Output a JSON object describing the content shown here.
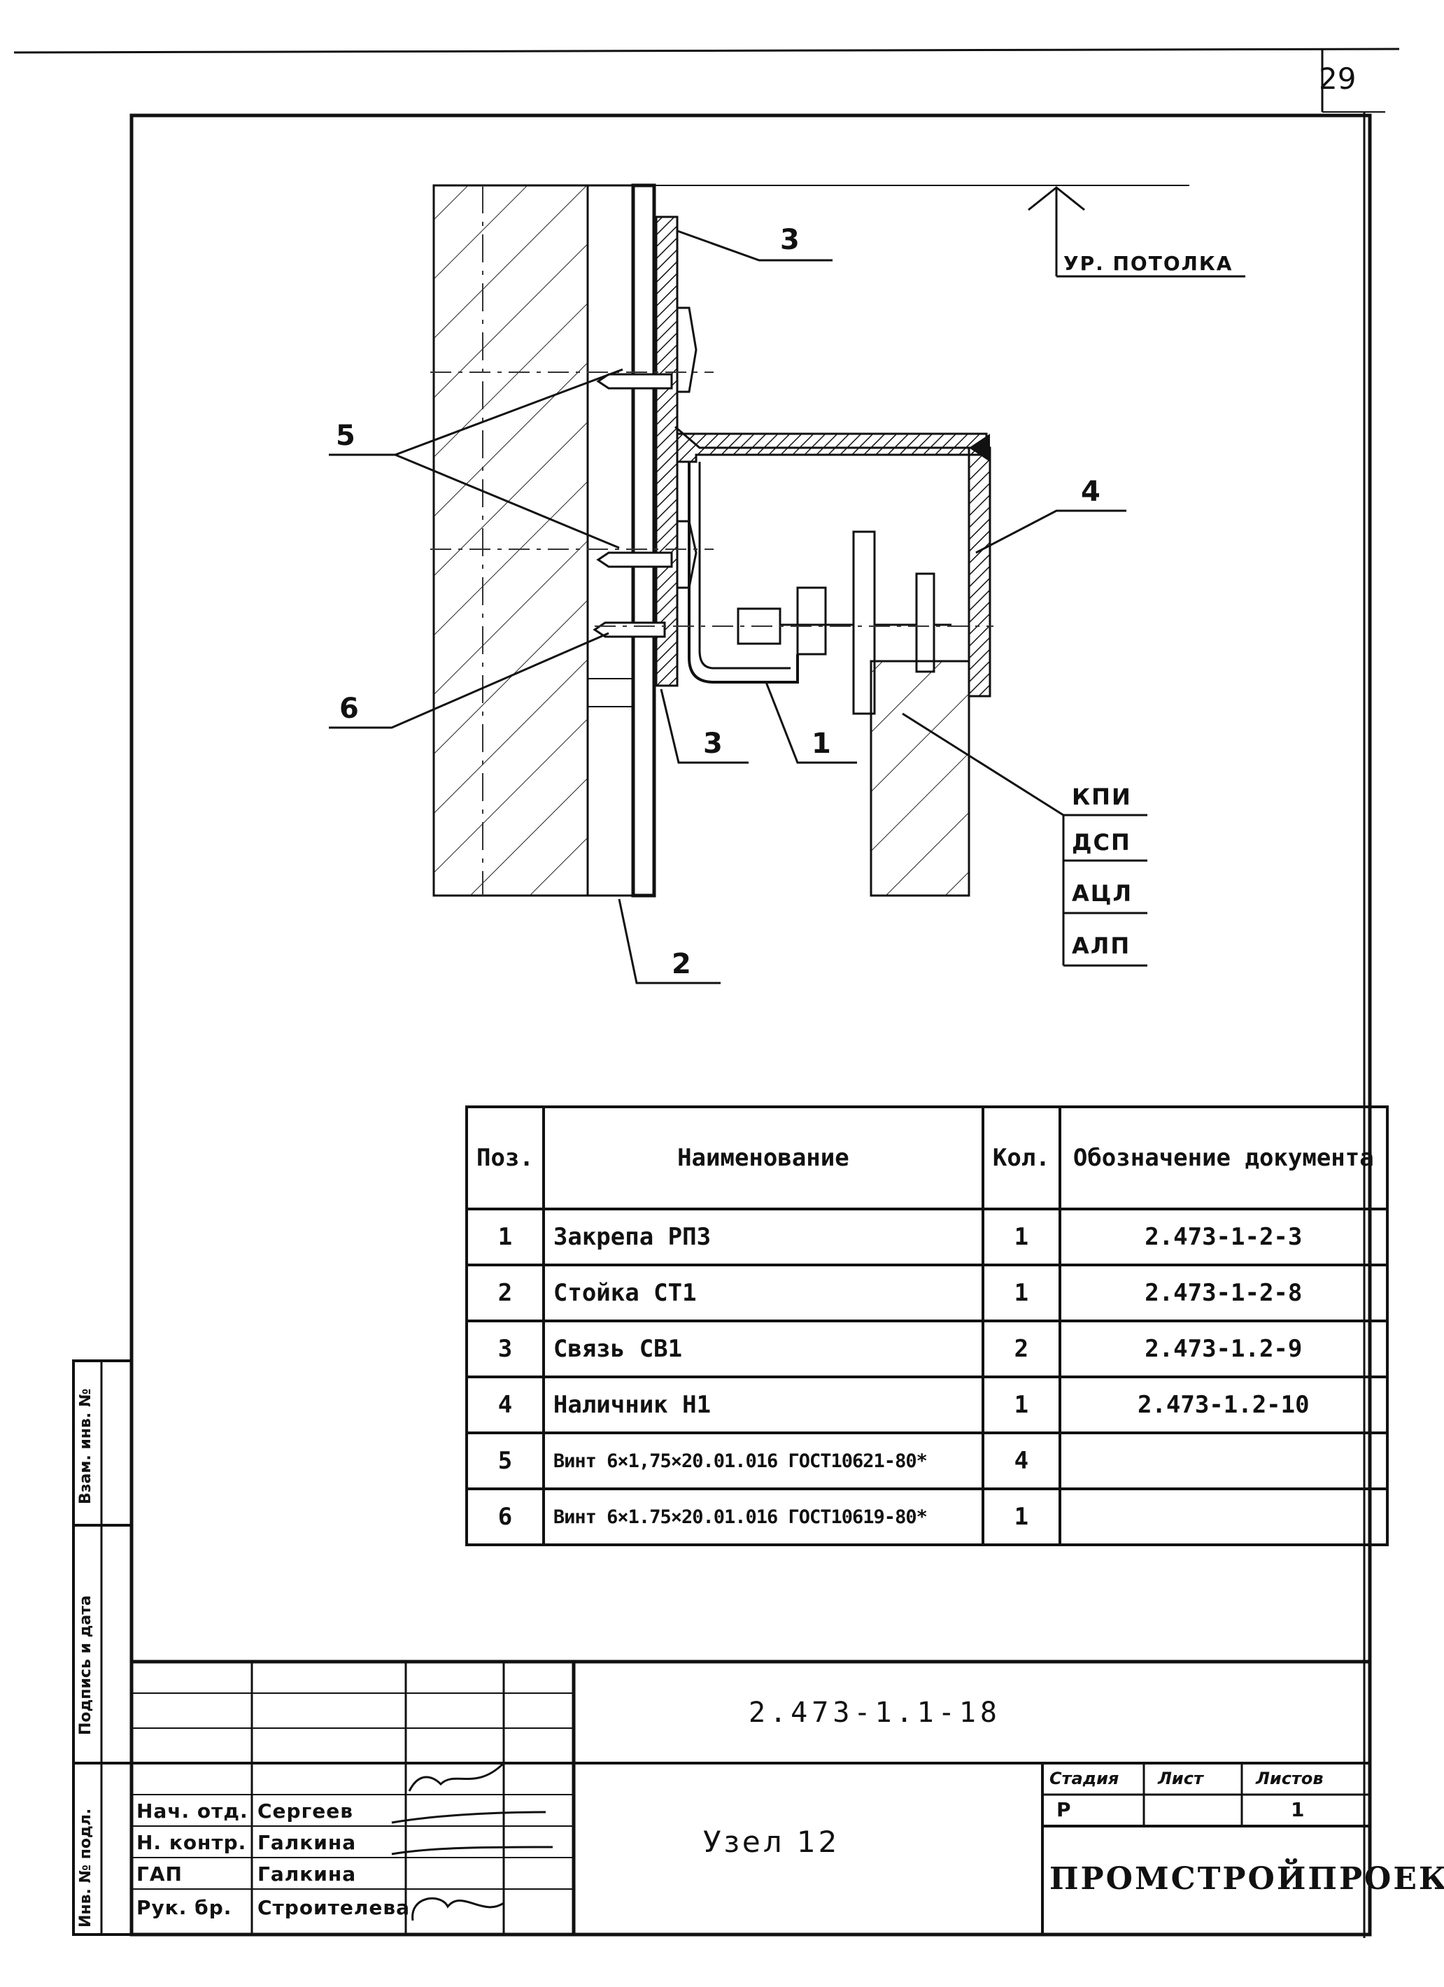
{
  "sheet": {
    "page_number": "29",
    "ceiling_level": "УР. ПОТОЛКА",
    "callouts": {
      "c1": "1",
      "c2": "2",
      "c3_top": "3",
      "c3_bottom": "3",
      "c4": "4",
      "c5": "5",
      "c6": "6"
    },
    "materials": [
      "КПИ",
      "ДСП",
      "АЦЛ",
      "АЛП"
    ]
  },
  "specification": {
    "headers": {
      "pos": "Поз.",
      "name": "Наименование",
      "qty": "Кол.",
      "doc": "Обозначение документа"
    },
    "rows": [
      {
        "pos": "1",
        "name": "Закрепа РП3",
        "qty": "1",
        "doc": "2.473-1-2-3"
      },
      {
        "pos": "2",
        "name": "Стойка СТ1",
        "qty": "1",
        "doc": "2.473-1-2-8"
      },
      {
        "pos": "3",
        "name": "Связь СВ1",
        "qty": "2",
        "doc": "2.473-1.2-9"
      },
      {
        "pos": "4",
        "name": "Наличник Н1",
        "qty": "1",
        "doc": "2.473-1.2-10"
      },
      {
        "pos": "5",
        "name": "Винт 6×1,75×20.01.016 ГОСТ10621-80*",
        "qty": "4",
        "doc": ""
      },
      {
        "pos": "6",
        "name": "Винт 6×1.75×20.01.016 ГОСТ10619-80*",
        "qty": "1",
        "doc": ""
      }
    ]
  },
  "title_block": {
    "document_code": "2.473-1.1-18",
    "node_title": "Узел 12",
    "organization": "ПРОМСТРОЙПРОЕКТ",
    "stage_label": "Стадия",
    "sheet_label": "Лист",
    "sheets_label": "Листов",
    "stage_value": "Р",
    "sheet_value": "",
    "sheets_value": "1",
    "signatures": [
      {
        "role": "Нач. отд.",
        "name": "Сергеев"
      },
      {
        "role": "Н. контр.",
        "name": "Галкина"
      },
      {
        "role": "ГАП",
        "name": "Галкина"
      },
      {
        "role": "Рук. бр.",
        "name": "Строителева"
      }
    ]
  },
  "side_stamps": {
    "inv_orig": "Инв. № подл.",
    "sign_date": "Подпись и дата",
    "inv_replace": "Взам. инв. №"
  }
}
